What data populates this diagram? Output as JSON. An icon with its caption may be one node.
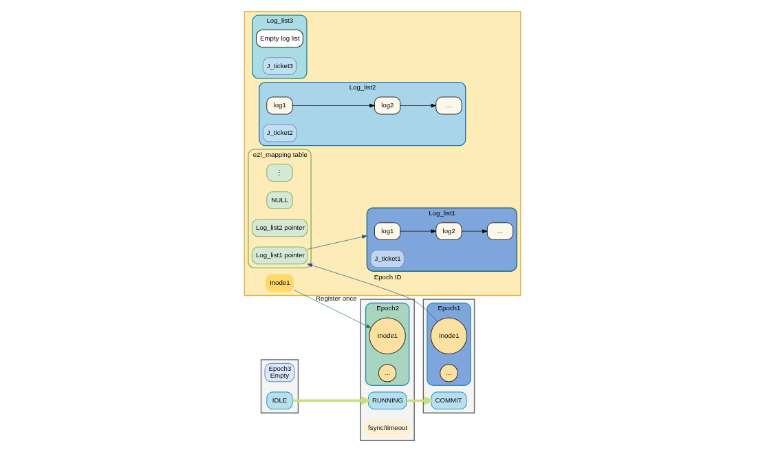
{
  "diagram": {
    "nodes": [
      {
        "text": [],
        "shape": "box"
      },
      {
        "text": [
          "Inode1"
        ],
        "in": 0
      },
      {
        "text": [
          "Log_list3"
        ],
        "in": 0
      },
      {
        "text": [
          "Empty log list"
        ],
        "in": 2
      },
      {
        "text": [
          "J_ticket3"
        ],
        "in": 2
      },
      {
        "text": [
          "Log_list2"
        ],
        "in": 0
      },
      {
        "text": [
          "log1"
        ],
        "in": 5
      },
      {
        "text": [
          "log2"
        ],
        "in": 5
      },
      {
        "text": [
          "..."
        ],
        "in": 5
      },
      {
        "text": [
          "J_ticket2"
        ],
        "in": 5
      },
      {
        "text": [
          "Log_list1"
        ],
        "in": 0
      },
      {
        "text": [
          "log1"
        ],
        "in": 10
      },
      {
        "text": [
          "log2"
        ],
        "in": 10
      },
      {
        "text": [
          "..."
        ],
        "in": 10
      },
      {
        "text": [
          "J_ticket1"
        ],
        "in": 10
      },
      {
        "text": [
          "e2l_mapping table"
        ],
        "in": 0
      },
      {
        "text": [
          "⋮"
        ],
        "in": 15
      },
      {
        "text": [
          "NULL"
        ],
        "in": 15
      },
      {
        "text": [
          "Log_list2 pointer"
        ],
        "in": 15
      },
      {
        "text": [
          "Log_list1 pointer"
        ],
        "in": 15
      },
      {
        "text": [],
        "shape": "box"
      },
      {
        "text": [
          "Epoch3",
          "Empty"
        ],
        "in": 20
      },
      {
        "text": [
          "IDLE"
        ],
        "in": 20
      },
      {
        "text": [],
        "shape": "box"
      },
      {
        "text": [
          "Epoch2"
        ],
        "in": 23
      },
      {
        "text": [
          "Inode1"
        ],
        "in": 24
      },
      {
        "text": [
          "..."
        ],
        "in": 24
      },
      {
        "text": [
          "RUNNING"
        ],
        "in": 23
      },
      {
        "text": [
          "fsync/timeout"
        ],
        "in": 23
      },
      {
        "text": [],
        "shape": "box"
      },
      {
        "text": [
          "Epoch1"
        ],
        "in": 29
      },
      {
        "text": [
          "Inode1"
        ],
        "in": 30
      },
      {
        "text": [
          "..."
        ],
        "in": 30
      },
      {
        "text": [
          "COMMIT"
        ],
        "in": 29
      }
    ],
    "edges": [
      {
        "from": 1,
        "to": 25,
        "arrow": "to",
        "label": "Register once",
        "color": "#1e7a3c"
      },
      {
        "from": 6,
        "to": 7,
        "arrow": "to"
      },
      {
        "from": 7,
        "to": 8,
        "arrow": "to"
      },
      {
        "from": 11,
        "to": 12,
        "arrow": "to"
      },
      {
        "from": 12,
        "to": 13,
        "arrow": "to"
      },
      {
        "from": 31,
        "to": 19,
        "arrow": "to",
        "label": "Epoch ID",
        "color": "#1f4e9c"
      },
      {
        "from": 19,
        "to": 10,
        "arrow": "to",
        "color": "#1f4e9c"
      },
      {
        "from": 22,
        "to": 27,
        "arrow": "to",
        "style": "thick",
        "color": "#c5e17a"
      },
      {
        "from": 27,
        "to": 33,
        "arrow": "to",
        "style": "thick",
        "color": "#c5e17a"
      }
    ]
  }
}
